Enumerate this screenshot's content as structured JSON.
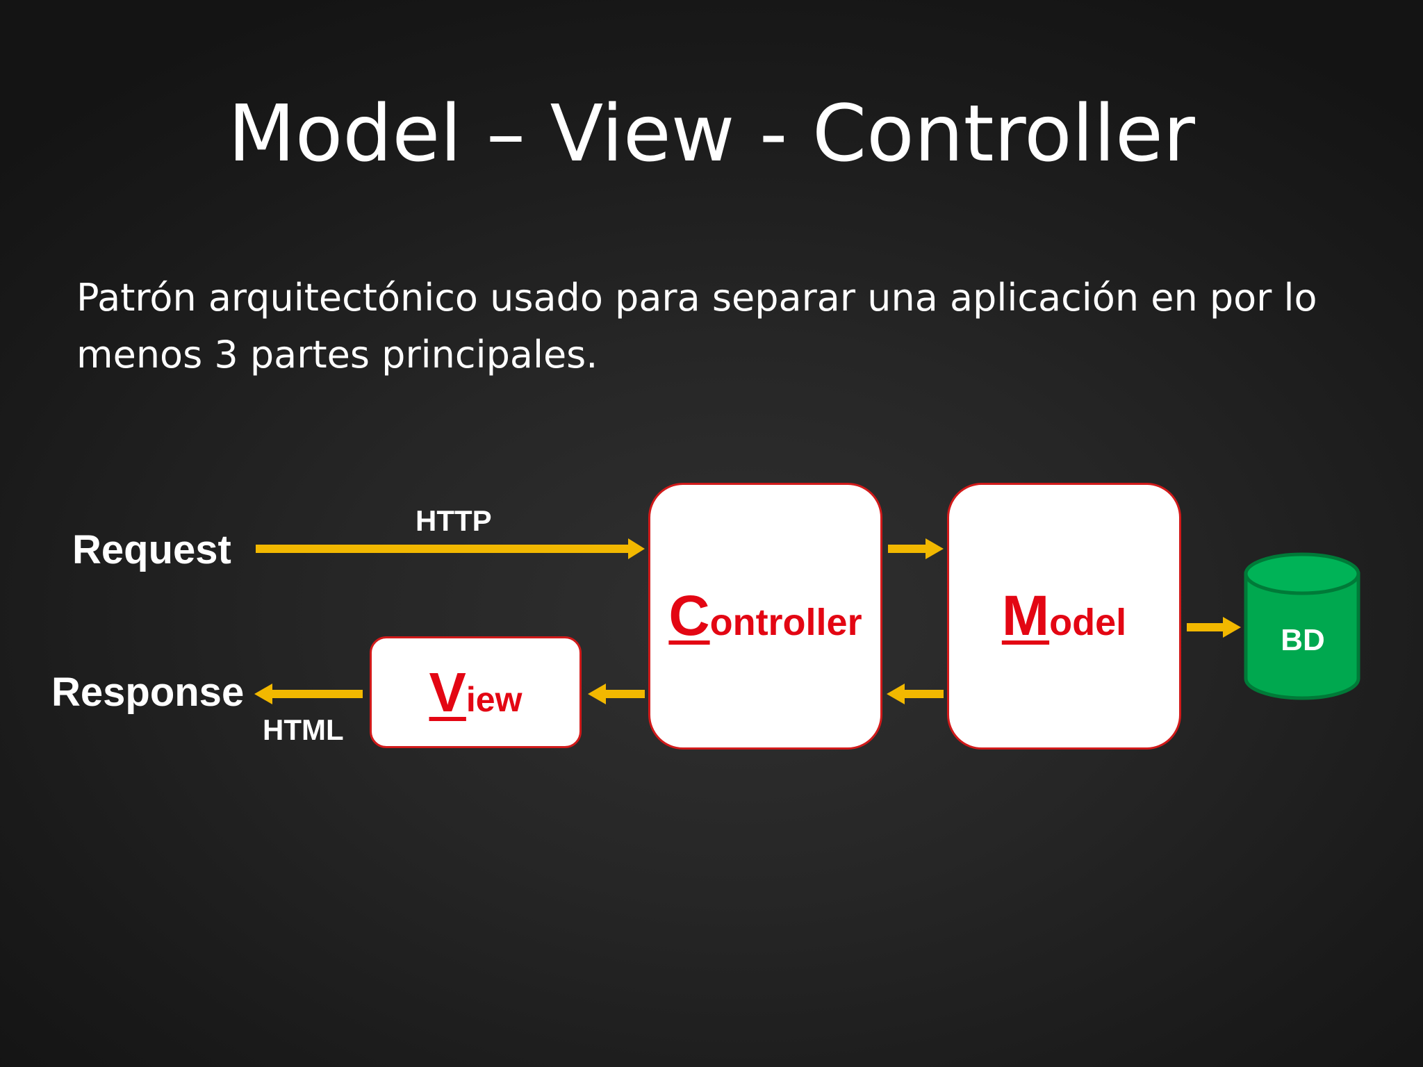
{
  "title": "Model – View - Controller",
  "description": "Patrón arquitectónico usado  para separar una aplicación en por lo menos 3 partes principales.",
  "colors": {
    "arrow": "#f2b800",
    "box_border": "#d11a1a",
    "box_text": "#e30613",
    "database": "#00a84f"
  },
  "diagram": {
    "request_label": "Request",
    "response_label": "Response",
    "http_label": "HTTP",
    "html_label": "HTML",
    "controller": {
      "initial": "C",
      "rest": "ontroller"
    },
    "model": {
      "initial": "M",
      "rest": "odel"
    },
    "view": {
      "initial": "V",
      "rest": "iew"
    },
    "database_label": "BD"
  }
}
